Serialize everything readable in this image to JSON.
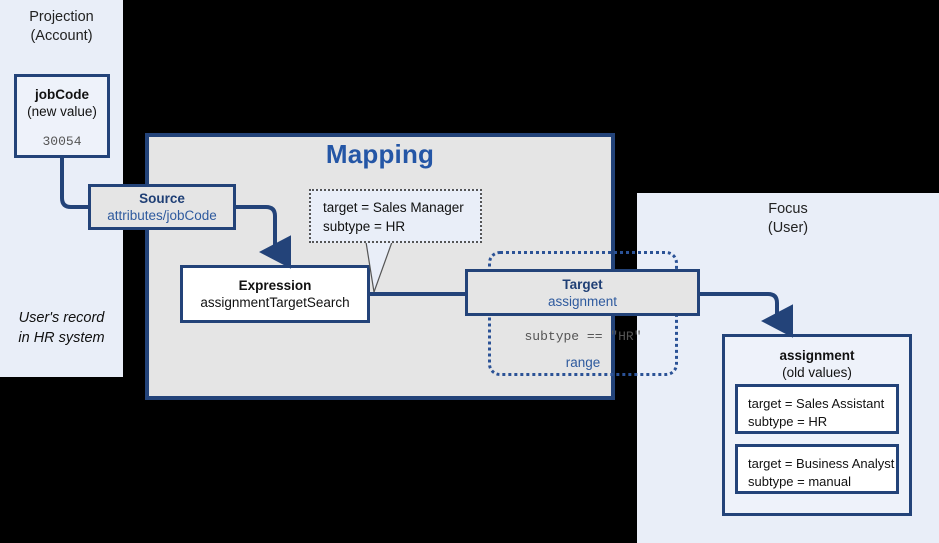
{
  "diagram": {
    "title": "Mapping",
    "accent": "#234379",
    "accent_light": "#2e5a9e",
    "title_color": "#2456a6",
    "panel_blue": "#e9eef8",
    "panel_grey": "#e5e5e5"
  },
  "projection": {
    "title": "Projection\n(Account)",
    "note": "User's record\nin HR system",
    "jobcode": {
      "title": "jobCode",
      "subtitle": "(new value)",
      "value": "30054"
    }
  },
  "mapping": {
    "title": "Mapping",
    "source": {
      "title": "Source",
      "subtitle": "attributes/jobCode"
    },
    "expression": {
      "title": "Expression",
      "subtitle": "assignmentTargetSearch"
    },
    "target": {
      "title": "Target",
      "subtitle": "assignment"
    },
    "range": {
      "expression": "subtype == \"HR\"",
      "label": "range"
    },
    "callout": {
      "text": "target = Sales Manager\nsubtype = HR"
    }
  },
  "focus": {
    "title": "Focus\n(User)",
    "assignment": {
      "title": "assignment",
      "subtitle": "(old values)",
      "values": [
        "target = Sales Assistant\nsubtype = HR",
        "target = Business Analyst\nsubtype = manual"
      ]
    }
  }
}
